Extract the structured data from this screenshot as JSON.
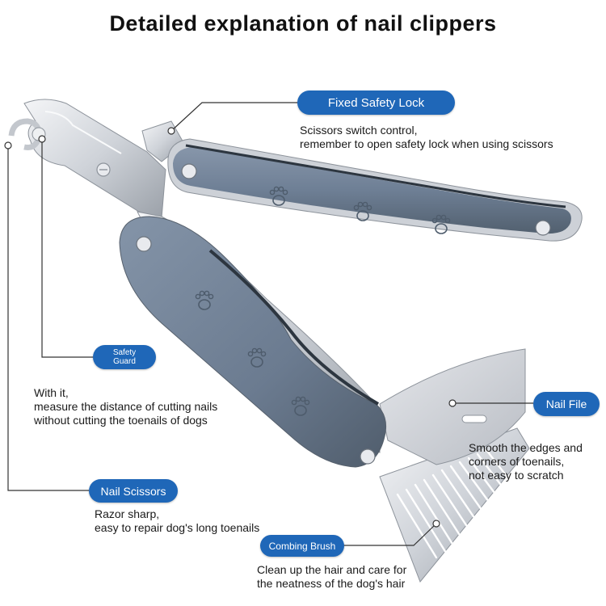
{
  "title": "Detailed explanation of nail clippers",
  "callouts": {
    "fixed_safety_lock": {
      "label": "Fixed Safety Lock",
      "lines": [
        "Scissors switch control,",
        "remember to open safety lock when using scissors"
      ]
    },
    "safety_guard": {
      "label_lines": [
        "Safety",
        "Guard"
      ],
      "lines": [
        "With it,",
        "measure the distance of cutting nails",
        "without cutting the toenails of dogs"
      ]
    },
    "nail_file": {
      "label": "Nail File",
      "lines": [
        "Smooth the edges and",
        "corners of toenails,",
        "not easy to scratch"
      ]
    },
    "nail_scissors": {
      "label": "Nail Scissors",
      "lines": [
        "Razor sharp,",
        "easy to repair dog's long toenails"
      ]
    },
    "combing_brush": {
      "label": "Combing Brush",
      "lines": [
        "Clean up the hair and care for",
        "the neatness of the dog's hair"
      ]
    }
  },
  "colors": {
    "label_pill": "#1f67b8",
    "handle": "#6e7f95",
    "steel": "#d4d7dc"
  },
  "icons": [
    "paw-print-icon",
    "rivet-icon"
  ]
}
